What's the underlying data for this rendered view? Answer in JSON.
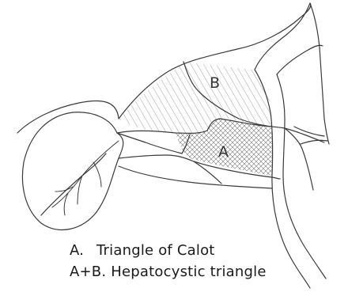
{
  "diagram": {
    "region_labels": {
      "b": "B",
      "a": "A"
    }
  },
  "legend": [
    {
      "key": "A.",
      "text": "Triangle of Calot"
    },
    {
      "key": "A+B.",
      "text": "Hepatocystic triangle"
    }
  ]
}
